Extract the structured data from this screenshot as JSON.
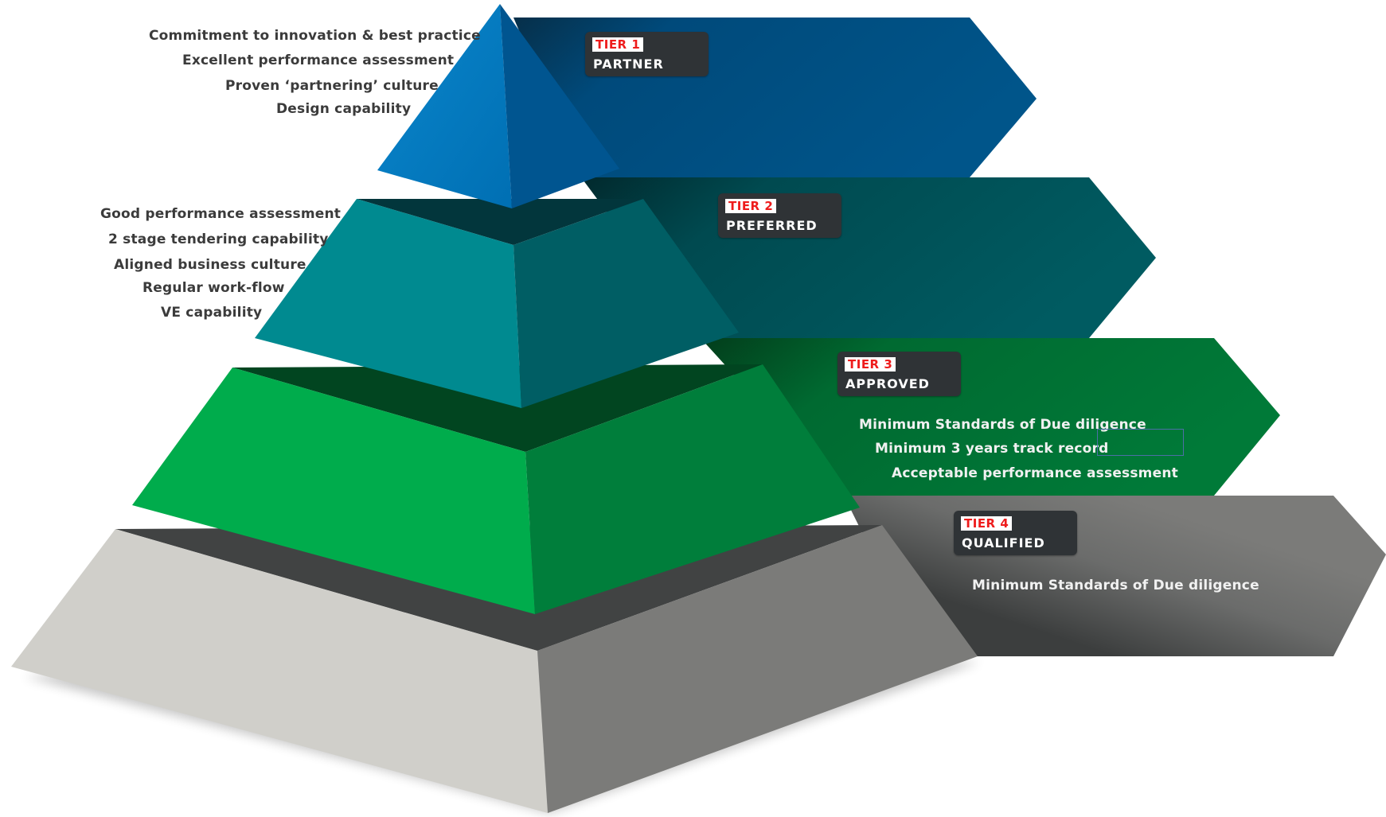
{
  "tiers": [
    {
      "number": "TIER 1",
      "name": "PARTNER",
      "criteria": [
        "Commitment to innovation & best practice",
        "Excellent performance assessment",
        "Proven ‘partnering’ culture",
        "Design capability"
      ]
    },
    {
      "number": "TIER 2",
      "name": "PREFERRED",
      "criteria": [
        "Good performance assessment",
        "2 stage tendering capability",
        "Aligned business culture",
        "Regular work-flow",
        "VE capability"
      ]
    },
    {
      "number": "TIER 3",
      "name": "APPROVED",
      "criteria": [
        "Minimum Standards of Due diligence",
        "Minimum 3 years track record",
        "Acceptable performance assessment"
      ]
    },
    {
      "number": "TIER 4",
      "name": "QUALIFIED",
      "criteria": [
        "Minimum Standards of Due diligence"
      ]
    }
  ],
  "colors": {
    "tier1_light": "#0077bd",
    "tier1_dark": "#005590",
    "tier1_arrow": "#00558a",
    "tier2_light": "#008a90",
    "tier2_dark": "#005e64",
    "tier2_arrow": "#005b61",
    "tier3_light": "#00ac4c",
    "tier3_dark": "#007e3b",
    "tier3_arrow": "#007a38",
    "tier4_light": "#d0cfca",
    "tier4_dark": "#7b7b79",
    "tier4_arrow": "#7b7b79",
    "badge": "#2f3336",
    "badge_number": "#ee1c1c"
  }
}
